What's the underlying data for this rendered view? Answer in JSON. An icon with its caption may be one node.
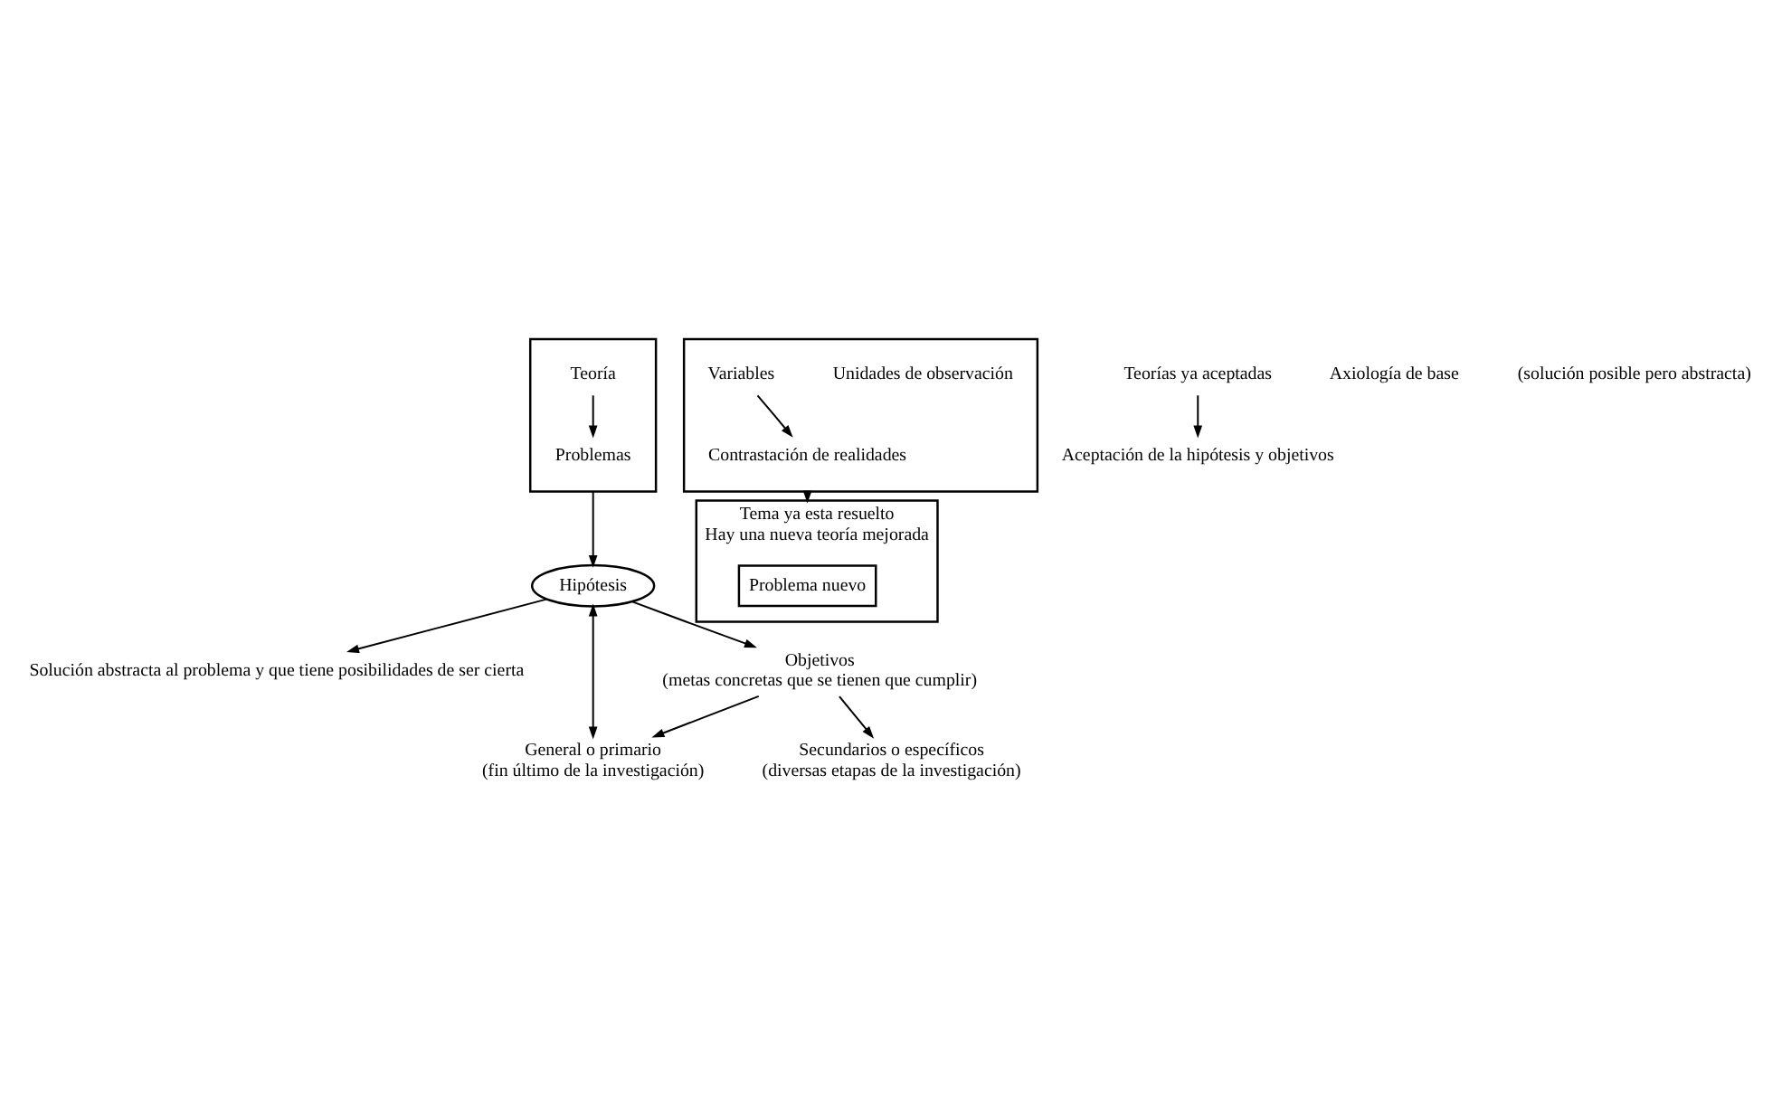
{
  "diagram": {
    "nodes": [
      {
        "text": [],
        "shape": "box"
      },
      {
        "text": [
          "Teoría"
        ],
        "in": 0
      },
      {
        "text": [
          "Problemas"
        ],
        "in": 0
      },
      {
        "text": [
          "Hipótesis"
        ]
      },
      {
        "text": [
          "Solución abstracta al problema y que tiene posibilidades de ser cierta"
        ]
      },
      {
        "text": [
          "General o primario",
          "(fin último de la investigación)"
        ]
      },
      {
        "text": [
          "Objetivos",
          "(metas concretas que se tienen que cumplir)"
        ]
      },
      {
        "text": [
          "Secundarios o específicos",
          "(diversas etapas de la investigación)"
        ]
      },
      {
        "text": [],
        "shape": "box"
      },
      {
        "text": [
          "Unidades de observación"
        ],
        "in": 8
      },
      {
        "text": [
          "Variables"
        ],
        "in": 8
      },
      {
        "text": [
          "Contrastación de realidades"
        ],
        "in": 8
      },
      {
        "text": [
          "Tema ya esta resuelto",
          "Hay una nueva teoría mejorada"
        ]
      },
      {
        "text": [
          "Problema nuevo"
        ],
        "in": 12
      },
      {
        "text": [
          "Teorías ya aceptadas"
        ]
      },
      {
        "text": [
          "Aceptación de la hipótesis y objetivos"
        ]
      }
    ],
    "edges": [
      {
        "from": 1,
        "to": 2,
        "arrow": "to"
      },
      {
        "from": 0,
        "to": 3,
        "arrow": "to"
      },
      {
        "from": 3,
        "to": 4,
        "arrow": "to"
      },
      {
        "from": 3,
        "to": 5,
        "arrow": "both"
      },
      {
        "from": 3,
        "to": 6,
        "arrow": "to"
      },
      {
        "from": 6,
        "to": 5,
        "arrow": "to"
      },
      {
        "from": 6,
        "to": 7,
        "arrow": "to"
      },
      {
        "from": 10,
        "to": 11,
        "arrow": "to"
      },
      {
        "from": 8,
        "to": 12,
        "arrow": "to"
      },
      {
        "from": 14,
        "to": 15,
        "arrow": "to"
      }
    ],
    "labels": [
      "Axiología de base",
      "(solución posible pero abstracta)"
    ]
  }
}
